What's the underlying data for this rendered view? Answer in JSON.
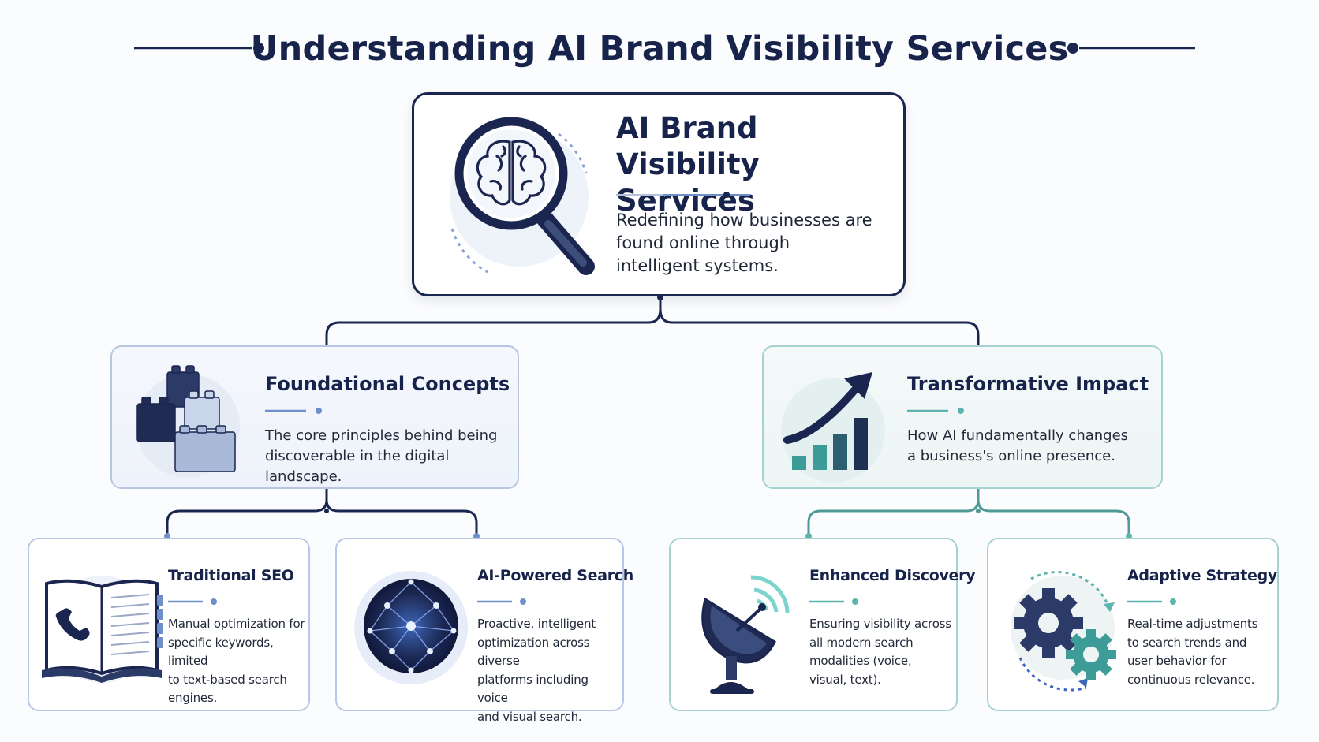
{
  "title": "Understanding AI Brand Visibility Services",
  "colors": {
    "navy": "#1b2650",
    "blue_accent": "#6f8fc8",
    "teal_accent": "#5fb3ae",
    "blue_card_border": "#b8c6e3",
    "teal_card_border": "#a7d2d2"
  },
  "main": {
    "heading_line1": "AI Brand",
    "heading_line2": "Visibility Services",
    "desc_line1": "Redefining how businesses are",
    "desc_line2": "found online through",
    "desc_line3": "intelligent systems.",
    "icon": "brain-magnifier-icon"
  },
  "branches": [
    {
      "heading": "Foundational Concepts",
      "desc_line1": "The core principles behind being",
      "desc_line2": "discoverable in the digital landscape.",
      "icon": "building-blocks-icon"
    },
    {
      "heading": "Transformative Impact",
      "desc_line1": "How AI fundamentally changes",
      "desc_line2": "a business's online presence.",
      "icon": "growth-chart-icon"
    }
  ],
  "leaves": [
    {
      "heading": "Traditional SEO",
      "desc_lines": [
        "Manual optimization for",
        "specific keywords, limited",
        "to text-based search",
        "engines."
      ],
      "icon": "phone-book-icon"
    },
    {
      "heading": "AI-Powered Search",
      "desc_lines": [
        "Proactive, intelligent",
        "optimization across diverse",
        "platforms including voice",
        "and visual search."
      ],
      "icon": "network-globe-icon"
    },
    {
      "heading": "Enhanced Discovery",
      "desc_lines": [
        "Ensuring visibility across",
        "all modern search",
        "modalities (voice,",
        "visual, text)."
      ],
      "icon": "satellite-dish-icon"
    },
    {
      "heading": "Adaptive Strategy",
      "desc_lines": [
        "Real-time adjustments",
        "to search trends and",
        "user behavior for",
        "continuous relevance."
      ],
      "icon": "gears-cycle-icon"
    }
  ]
}
